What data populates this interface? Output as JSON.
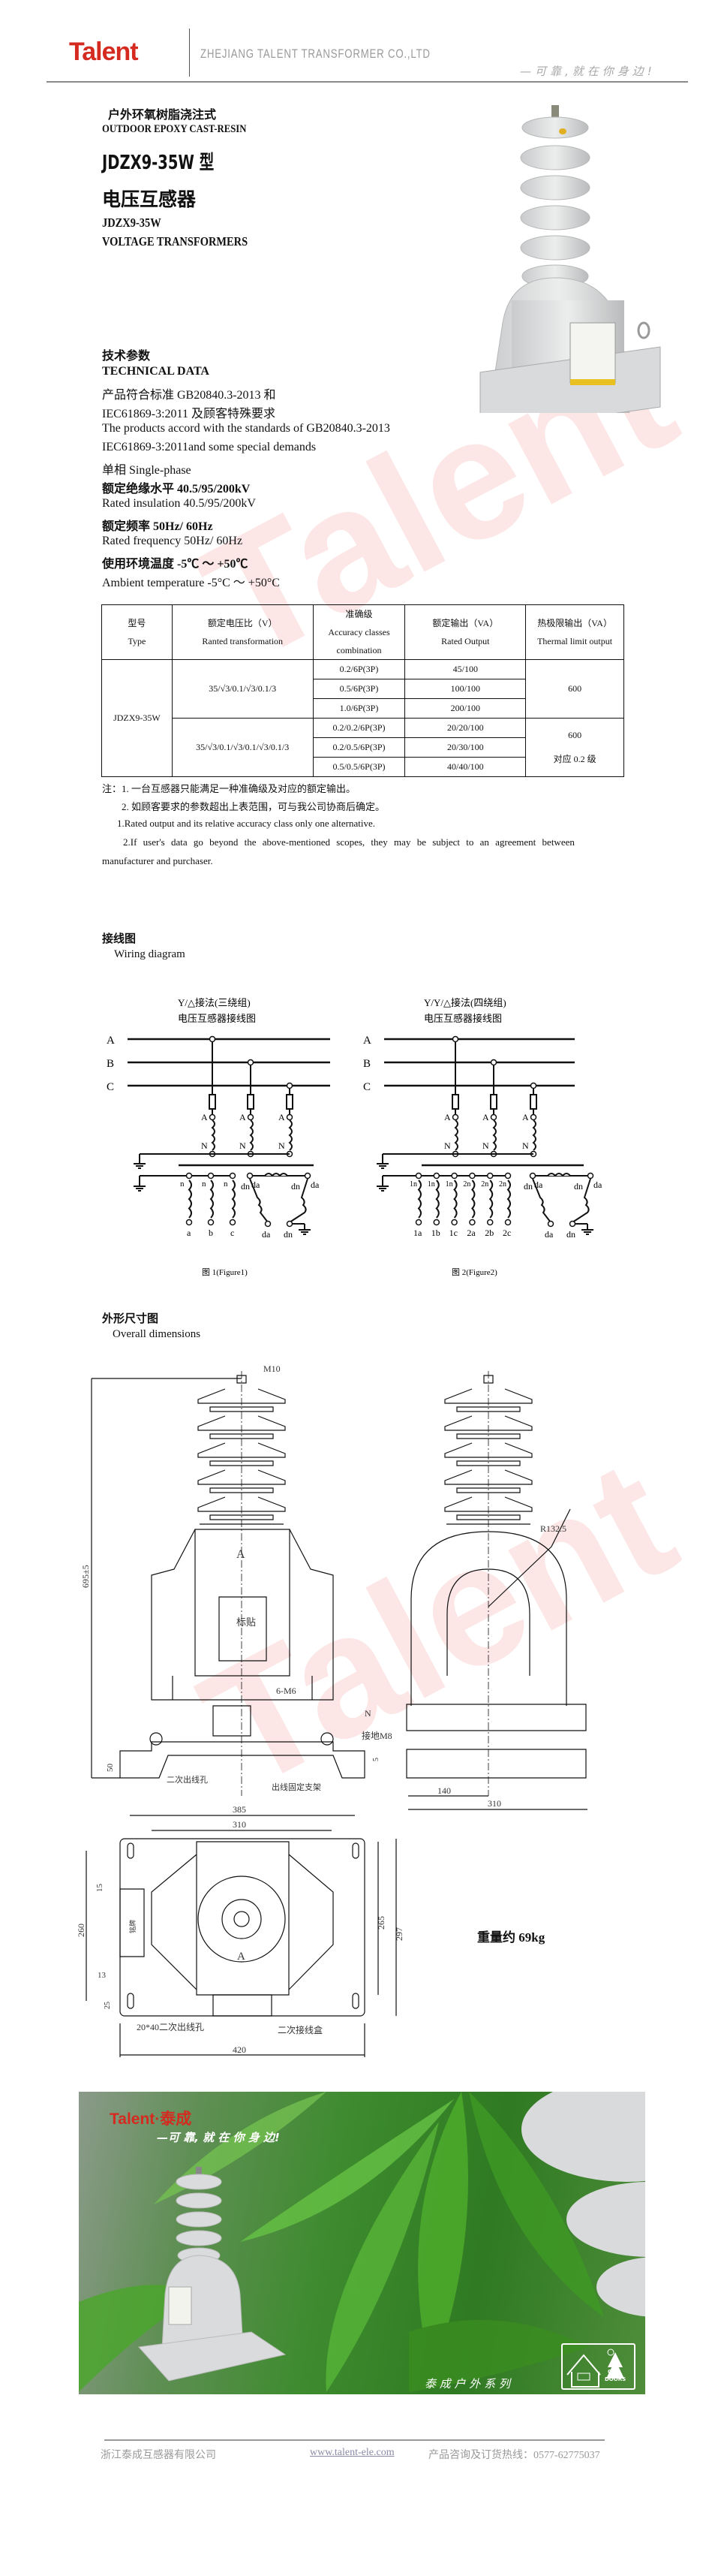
{
  "header": {
    "logo": "Talent",
    "company": "ZHEJIANG TALENT TRANSFORMER CO.,LTD",
    "slogan": "—可靠,就在你身边!"
  },
  "title": {
    "cn_type": "户外环氧树脂浇注式",
    "en_type": "OUTDOOR EPOXY CAST-RESIN",
    "model_cn": "JDZX9-35W 型",
    "product_cn": "电压互感器",
    "model_en": "JDZX9-35W",
    "product_en": "VOLTAGE TRANSFORMERS"
  },
  "tech": {
    "title_cn": "技术参数",
    "title_en": "TECHNICAL DATA",
    "lines": [
      "产品符合标准 GB20840.3-2013 和",
      "IEC61869-3:2011 及顾客特殊要求",
      "The products accord with the standards of GB20840.3-2013",
      "IEC61869-3:2011and some special demands",
      "单相    Single-phase",
      "额定绝缘水平 40.5/95/200kV",
      "Rated insulation   40.5/95/200kV",
      "额定频率 50Hz/ 60Hz",
      "Rated frequency   50Hz/ 60Hz",
      "使用环境温度 -5℃ ～ +50℃",
      "Ambient temperature   -5°C ～ +50°C"
    ]
  },
  "table": {
    "headers": [
      {
        "cn": "型号",
        "en": "Type"
      },
      {
        "cn": "额定电压比（V）",
        "en": "Ranted transformation"
      },
      {
        "cn": "准确级",
        "en": "Accuracy classes",
        "en2": "combination"
      },
      {
        "cn": "额定输出（VA）",
        "en": "Rated Output"
      },
      {
        "cn": "热极限输出（VA）",
        "en": "Thermal limit output"
      }
    ],
    "type": "JDZX9-35W",
    "ratio1": "35/√3/0.1/√3/0.1/3",
    "ratio2": "35/√3/0.1/√3/0.1/√3/0.1/3",
    "rows": [
      {
        "acc": "0.2/6P(3P)",
        "out": "45/100"
      },
      {
        "acc": "0.5/6P(3P)",
        "out": "100/100"
      },
      {
        "acc": "1.0/6P(3P)",
        "out": "200/100"
      },
      {
        "acc": "0.2/0.2/6P(3P)",
        "out": "20/20/100"
      },
      {
        "acc": "0.2/0.5/6P(3P)",
        "out": "20/30/100"
      },
      {
        "acc": "0.5/0.5/6P(3P)",
        "out": "40/40/100"
      }
    ],
    "thermal1": "600",
    "thermal2": "600",
    "thermal2_note": "对应 0.2 级"
  },
  "notes": [
    "注：1. 一台互感器只能满足一种准确级及对应的额定输出。",
    "2. 如顾客要求的参数超出上表范围，可与我公司协商后确定。",
    "1.Rated output and its relative accuracy class only one alternative.",
    "2.If user's data go beyond the above-mentioned scopes, they may be subject to an agreement between",
    "manufacturer and purchaser."
  ],
  "wiring": {
    "title_cn": "接线图",
    "title_en": "Wiring diagram",
    "fig1": {
      "title1": "Y/△接法(三绕组)",
      "title2": "电压互感器接线图",
      "caption": "图 1(Figure1)",
      "secondary": [
        "a",
        "b",
        "c"
      ]
    },
    "fig2": {
      "title1": "Y/Y/△接法(四绕组)",
      "title2": "电压互感器接线图",
      "caption": "图 2(Figure2)",
      "secondary": [
        "1a",
        "1b",
        "1c",
        "2a",
        "2b",
        "2c"
      ],
      "secondary_top": [
        "1n",
        "1n",
        "1n",
        "2n",
        "2n",
        "2n"
      ]
    },
    "phases": [
      "A",
      "B",
      "C"
    ],
    "primary_top": "A",
    "primary_bottom": "N",
    "sec_n": "n",
    "da": "da",
    "dn": "dn"
  },
  "dimensions": {
    "title_cn": "外形尺寸图",
    "title_en": "Overall dimensions",
    "labels": {
      "m10": "M10",
      "height": "695±5",
      "a": "A",
      "nameplate": "标贴",
      "m6": "6-M6",
      "n": "N",
      "ground": "接地M8",
      "d50": "50",
      "d5": "5",
      "sec_hole": "二次出线孔",
      "bracket": "出线固定支架",
      "r": "R132.5",
      "d140": "140",
      "d310_side": "310",
      "d385": "385",
      "d310": "310",
      "d260": "260",
      "d15": "15",
      "d13": "13",
      "d25": "25",
      "d265": "265",
      "d297": "297",
      "hole2040": "20*40二次出线孔",
      "box": "二次接线盒",
      "d420": "420",
      "plate": "铭牌"
    },
    "weight": "重量约 69kg"
  },
  "banner": {
    "logo": "Talent·泰成",
    "slogan": "—可 靠, 就 在 你 身 边!",
    "series": "泰 成 户 外 系 列",
    "badge1": "OUT",
    "badge2": "DOORS"
  },
  "footer": {
    "company": "浙江泰成互感器有限公司",
    "website": "www.talent-ele.com",
    "hotline": "产品咨询及订货热线：0577-62775037"
  },
  "colors": {
    "brand_red": "#d42a20",
    "grey_text": "#999999"
  }
}
